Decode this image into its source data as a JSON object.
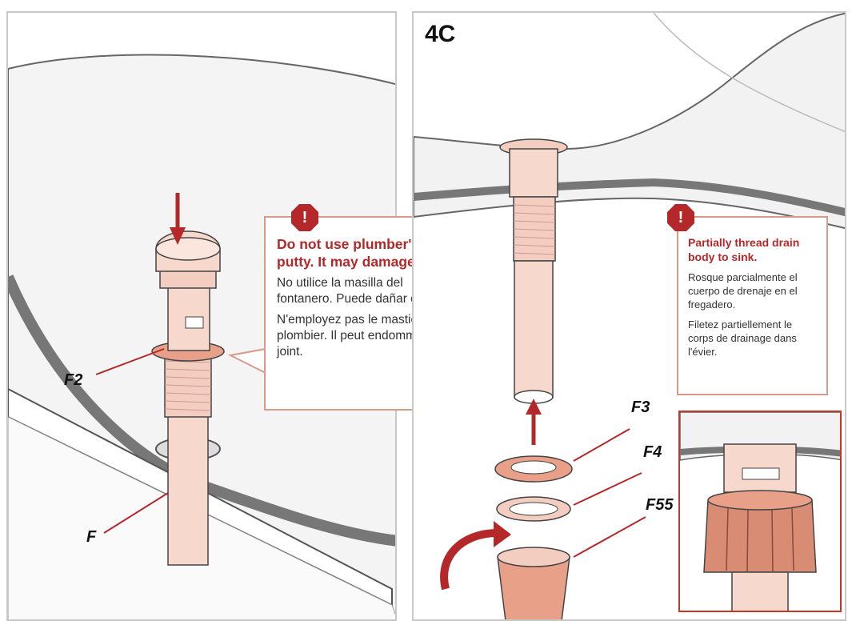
{
  "step": "4C",
  "warning_symbol": "!",
  "callouts": {
    "left": {
      "title": "Do not use plumber's putty.  It may damage seal.",
      "spanish": "No utilice la masilla del fontanero. Puede dañar el sello.",
      "french": "N'employez pas le mastic du plombier. Il peut endommager le joint."
    },
    "right": {
      "title": "Partially thread drain body to sink.",
      "spanish": "Rosque parcialmente el cuerpo de drenaje en el fregadero.",
      "french": "Filetez partiellement le corps de drainage dans l'évier."
    }
  },
  "parts": {
    "f2": "F2",
    "f": "F",
    "f3": "F3",
    "f4": "F4",
    "f55": "F55"
  },
  "colors": {
    "accent_red": "#b5282a",
    "part_fill": "#f6d8cc",
    "gasket": "#e8a088",
    "callout_border": "#d89a8a",
    "outline": "#444444"
  }
}
